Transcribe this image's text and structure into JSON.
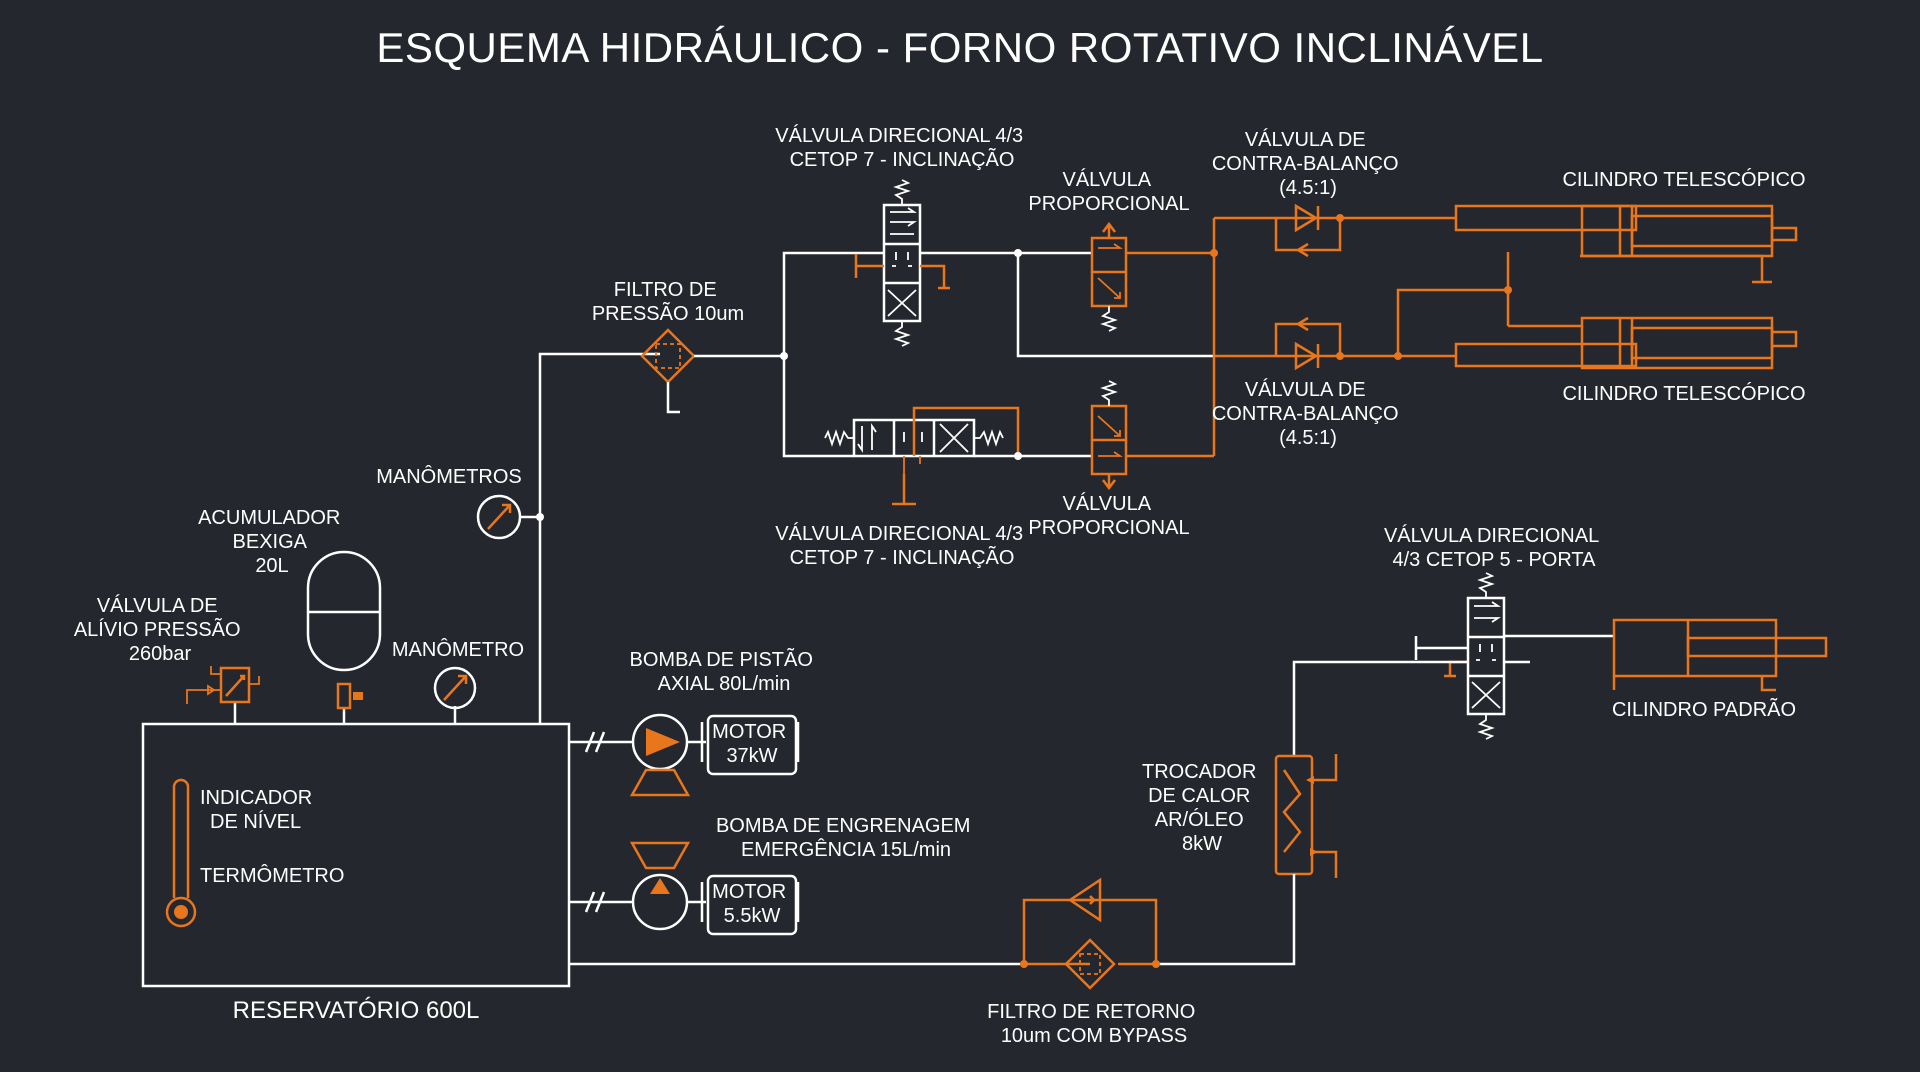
{
  "title": "ESQUEMA HIDRÁULICO - FORNO ROTATIVO INCLINÁVEL",
  "colors": {
    "background": "#24272d",
    "line": "#ffffff",
    "accent": "#e8761c"
  },
  "labels": {
    "reservatorio": "RESERVATÓRIO 600L",
    "indicador_nivel": [
      "INDICADOR",
      "DE NÍVEL"
    ],
    "termometro": "TERMÔMETRO",
    "valvula_alivio": [
      "VÁLVULA DE",
      "ALÍVIO PRESSÃO",
      "260bar"
    ],
    "acumulador": [
      "ACUMULADOR",
      "BEXIGA",
      "20L"
    ],
    "manometro": "MANÔMETRO",
    "manometros": "MANÔMETROS",
    "bomba_pistao": [
      "BOMBA DE PISTÃO",
      "AXIAL 80L/min"
    ],
    "motor_1": [
      "MOTOR",
      "37kW"
    ],
    "bomba_engrenagem": [
      "BOMBA DE ENGRENAGEM",
      "EMERGÊNCIA 15L/min"
    ],
    "motor_2": [
      "MOTOR",
      "5.5kW"
    ],
    "filtro_pressao": [
      "FILTRO DE",
      "PRESSÃO 10um"
    ],
    "valvula_direcional_top": [
      "VÁLVULA DIRECIONAL 4/3",
      "CETOP 7 - INCLINAÇÃO"
    ],
    "valvula_direcional_bottom": [
      "VÁLVULA DIRECIONAL 4/3",
      "CETOP 7 - INCLINAÇÃO"
    ],
    "valvula_proporcional_top": [
      "VÁLVULA",
      "PROPORCIONAL"
    ],
    "valvula_proporcional_bottom": [
      "VÁLVULA",
      "PROPORCIONAL"
    ],
    "contra_balanco_top": [
      "VÁLVULA DE",
      "CONTRA-BALANÇO",
      "(4.5:1)"
    ],
    "contra_balanco_bottom": [
      "VÁLVULA DE",
      "CONTRA-BALANÇO",
      "(4.5:1)"
    ],
    "cilindro_telescopico_top": "CILINDRO TELESCÓPICO",
    "cilindro_telescopico_bottom": "CILINDRO TELESCÓPICO",
    "valvula_direcional_porta": [
      "VÁLVULA DIRECIONAL",
      "4/3 CETOP 5 - PORTA"
    ],
    "cilindro_padrao": "CILINDRO PADRÃO",
    "trocador_calor": [
      "TROCADOR",
      "DE CALOR",
      "AR/ÓLEO",
      "8kW"
    ],
    "filtro_retorno": [
      "FILTRO DE RETORNO",
      "10um COM BYPASS"
    ]
  }
}
